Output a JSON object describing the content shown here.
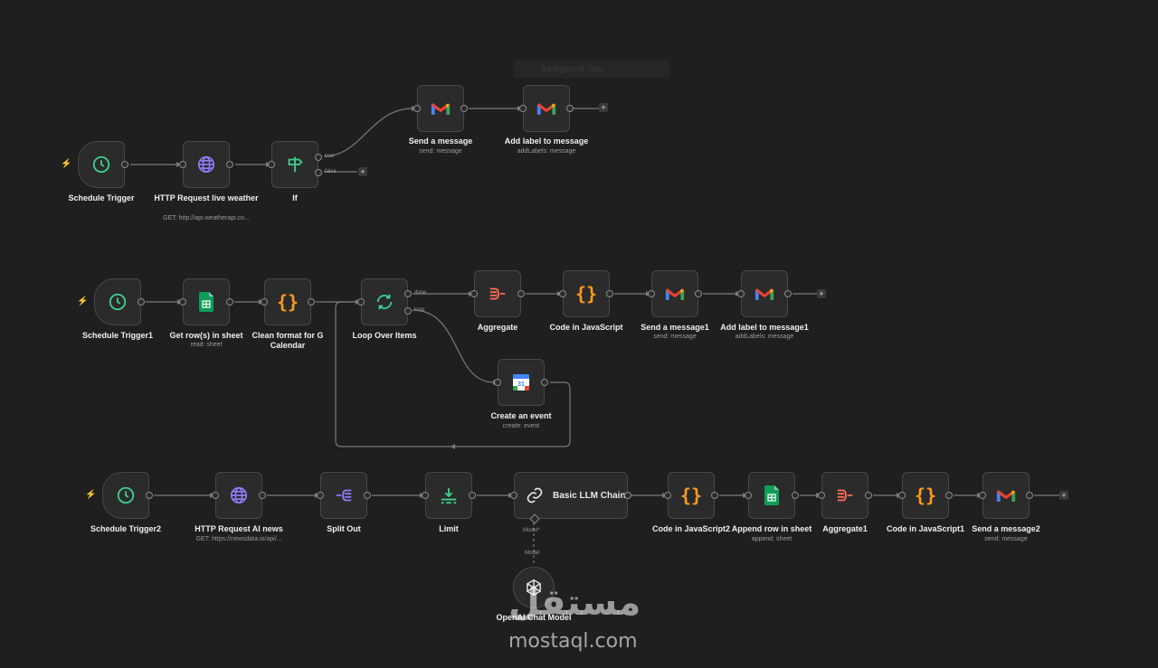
{
  "sticky_note": "Background Step",
  "rows": [
    {
      "nodes": [
        {
          "id": "schedule-trigger",
          "label": "Schedule Trigger",
          "sub": "",
          "icon": "clock-icon"
        },
        {
          "id": "http-request-live-weather",
          "label": "HTTP Request live weather",
          "sub": "GET: http://api.weatherapi.co...",
          "icon": "globe-icon"
        },
        {
          "id": "if",
          "label": "If",
          "sub": "",
          "icon": "signpost-icon",
          "outputs": [
            "true",
            "false"
          ]
        },
        {
          "id": "send-a-message",
          "label": "Send a message",
          "sub": "send: message",
          "icon": "gmail-icon"
        },
        {
          "id": "add-label-to-message",
          "label": "Add label to message",
          "sub": "addLabels: message",
          "icon": "gmail-icon"
        }
      ]
    },
    {
      "nodes": [
        {
          "id": "schedule-trigger1",
          "label": "Schedule Trigger1",
          "sub": "",
          "icon": "clock-icon"
        },
        {
          "id": "get-rows-in-sheet",
          "label": "Get row(s) in sheet",
          "sub": "read: sheet",
          "icon": "sheets-icon"
        },
        {
          "id": "clean-format",
          "label": "Clean format for G Calendar",
          "sub": "",
          "icon": "code-braces-icon"
        },
        {
          "id": "loop-over-items",
          "label": "Loop Over Items",
          "sub": "",
          "icon": "loop-icon",
          "outputs": [
            "done",
            "loop"
          ]
        },
        {
          "id": "aggregate",
          "label": "Aggregate",
          "sub": "",
          "icon": "aggregate-icon"
        },
        {
          "id": "code-in-javascript",
          "label": "Code in JavaScript",
          "sub": "",
          "icon": "code-braces-icon"
        },
        {
          "id": "send-a-message1",
          "label": "Send a message1",
          "sub": "send: message",
          "icon": "gmail-icon"
        },
        {
          "id": "add-label-to-message1",
          "label": "Add label to message1",
          "sub": "addLabels: message",
          "icon": "gmail-icon"
        },
        {
          "id": "create-an-event",
          "label": "Create an event",
          "sub": "create: event",
          "icon": "calendar-icon"
        }
      ]
    },
    {
      "nodes": [
        {
          "id": "schedule-trigger2",
          "label": "Schedule Trigger2",
          "sub": "",
          "icon": "clock-icon"
        },
        {
          "id": "http-request-ai-news",
          "label": "HTTP Request AI news",
          "sub": "GET: https://newsdata.io/api/...",
          "icon": "globe-icon"
        },
        {
          "id": "split-out",
          "label": "Split Out",
          "sub": "",
          "icon": "split-icon"
        },
        {
          "id": "limit",
          "label": "Limit",
          "sub": "",
          "icon": "limit-icon"
        },
        {
          "id": "basic-llm-chain",
          "label": "Basic LLM Chain",
          "sub": "",
          "icon": "link-icon"
        },
        {
          "id": "code-in-javascript2",
          "label": "Code in JavaScript2",
          "sub": "",
          "icon": "code-braces-icon"
        },
        {
          "id": "append-row-in-sheet",
          "label": "Append row in sheet",
          "sub": "append: sheet",
          "icon": "sheets-icon"
        },
        {
          "id": "aggregate1",
          "label": "Aggregate1",
          "sub": "",
          "icon": "aggregate-icon"
        },
        {
          "id": "code-in-javascript1",
          "label": "Code in JavaScript1",
          "sub": "",
          "icon": "code-braces-icon"
        },
        {
          "id": "send-a-message2",
          "label": "Send a message2",
          "sub": "send: message",
          "icon": "gmail-icon"
        },
        {
          "id": "openai-chat-model",
          "label": "OpenAI Chat Model",
          "sub": "",
          "icon": "openai-icon"
        }
      ],
      "model_port_label": "Model",
      "model_port_required": "*",
      "model_edge_label": "Model"
    }
  ],
  "add_button_label": "+",
  "watermark": {
    "arabic": "مستقل",
    "latin": "mostaql.com"
  },
  "colors": {
    "canvas": "#1f1f1f",
    "node": "#2b2b2b",
    "node_border": "#474747",
    "edge": "#7a7a7a",
    "trigger_bolt": "#ff6d5a",
    "clock": "#3ecf8e",
    "globe": "#8b7cf6",
    "code": "#ff9922",
    "aggregate": "#ff6d5a",
    "split": "#8b7cf6",
    "limit": "#3ecf8e"
  }
}
